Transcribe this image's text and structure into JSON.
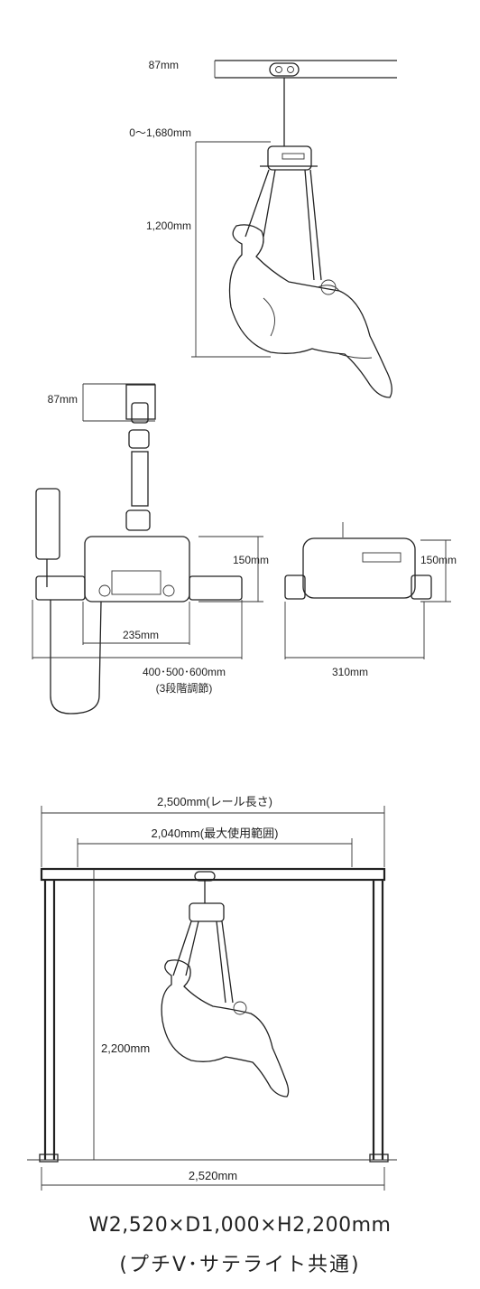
{
  "diagram1": {
    "rail_height": "87",
    "lift_range": "0～1,680",
    "sling_height": "1,200",
    "unit": "mm"
  },
  "diagram2": {
    "rail_height": "87",
    "unit_height_front": "150",
    "unit_height_side": "150",
    "inner_width": "235",
    "outer_width": "400･500･600",
    "adjust_note": "(3段階調節)",
    "side_width": "310",
    "unit": "mm"
  },
  "diagram3": {
    "rail_length": "2,500",
    "rail_length_note": "(レール長さ)",
    "max_range": "2,040",
    "max_range_note": "(最大使用範囲)",
    "frame_height": "2,200",
    "frame_width": "2,520",
    "unit": "mm"
  },
  "footer": {
    "spec": "W2,520×D1,000×H2,200mm",
    "note": "(プチV･サテライト共通)"
  }
}
